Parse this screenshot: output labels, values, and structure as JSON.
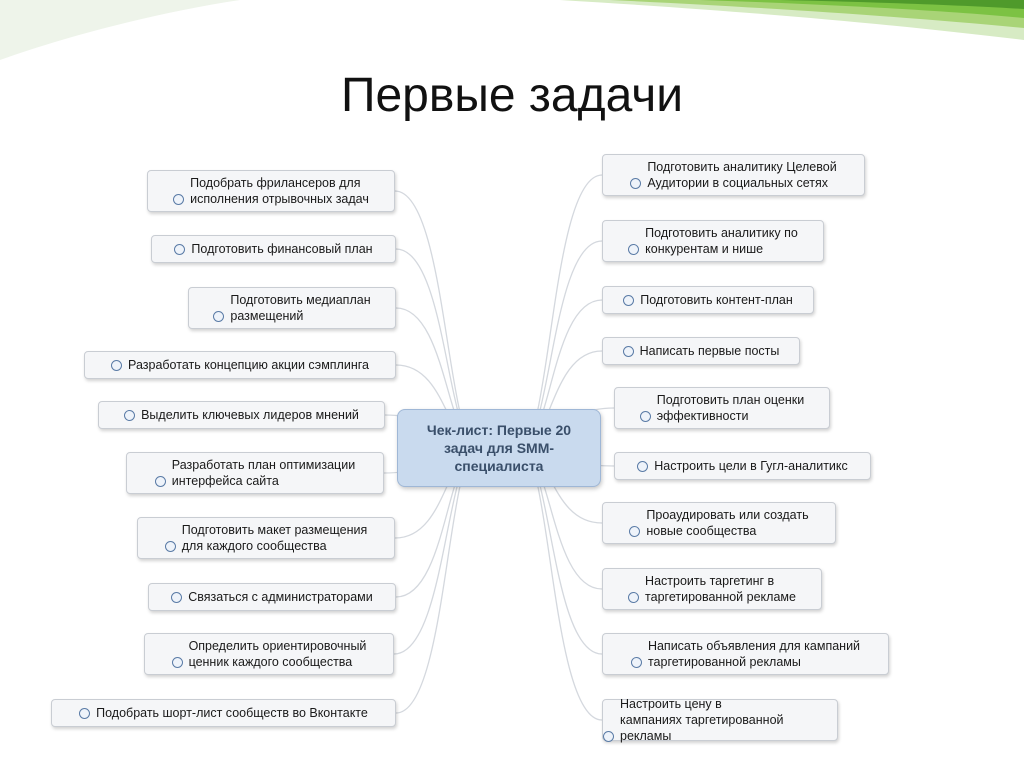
{
  "slide": {
    "title": "Первые задачи"
  },
  "mindmap": {
    "center": "Чек-лист: Первые 20 задач для SMM-специалиста",
    "left": [
      "Подобрать фрилансеров для исполнения отрывочных задач",
      "Подготовить финансовый план",
      "Подготовить медиаплан размещений",
      "Разработать концепцию акции сэмплинга",
      "Выделить ключевых лидеров мнений",
      "Разработать план оптимизации интерфейса сайта",
      "Подготовить макет размещения для каждого сообщества",
      "Связаться с администраторами",
      "Определить ориентировочный ценник каждого сообщества",
      "Подобрать шорт-лист сообществ во Вконтакте"
    ],
    "right": [
      "Подготовить аналитику Целевой Аудитории в социальных сетях",
      "Подготовить аналитику по конкурентам и нише",
      "Подготовить контент-план",
      "Написать первые посты",
      "Подготовить план оценки эффективности",
      "Настроить цели в Гугл-аналитикс",
      "Проаудировать или создать новые сообщества",
      "Настроить таргетинг в таргетированной рекламе",
      "Написать объявления для кампаний таргетированной рекламы",
      "Настроить цену в кампаниях таргетированной рекламы"
    ]
  },
  "colors": {
    "accent_green": "#7cc243",
    "center_fill": "#c9daee",
    "connector": "#d4d8de"
  }
}
